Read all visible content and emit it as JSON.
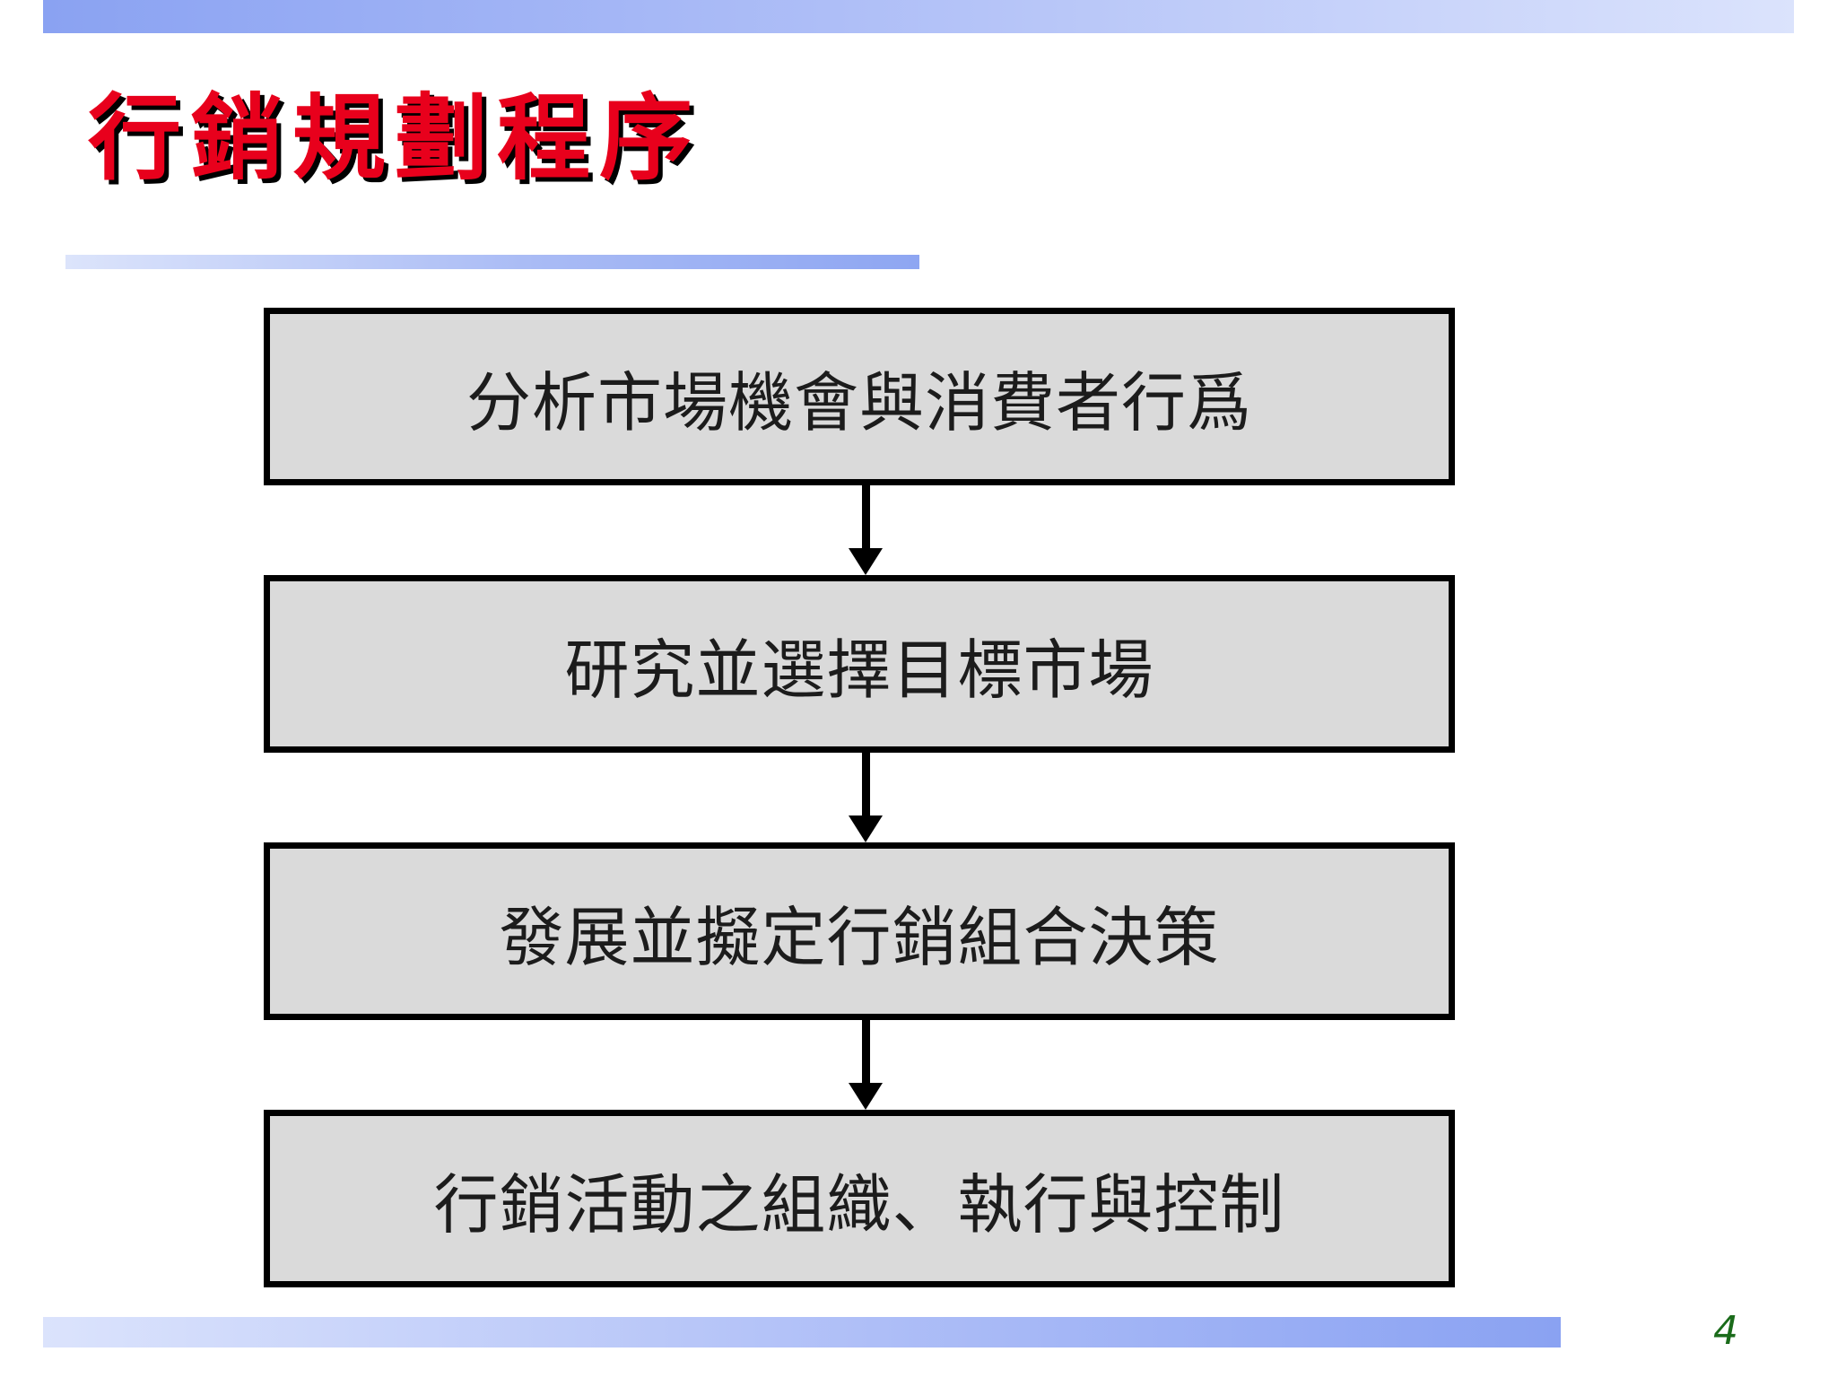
{
  "slide": {
    "title": "行銷規劃程序",
    "page_number": "4"
  },
  "flowchart": {
    "steps": [
      {
        "label": "分析市場機會與消費者行爲"
      },
      {
        "label": "研究並選擇目標市場"
      },
      {
        "label": "發展並擬定行銷組合決策"
      },
      {
        "label": "行銷活動之組織、執行與控制"
      }
    ]
  },
  "colors": {
    "title": "#e8001c",
    "title_shadow": "#000000",
    "box_fill": "#dadada",
    "box_border": "#000000",
    "accent_bar": "#8aa2f2",
    "page_number": "#1a6b1a"
  }
}
